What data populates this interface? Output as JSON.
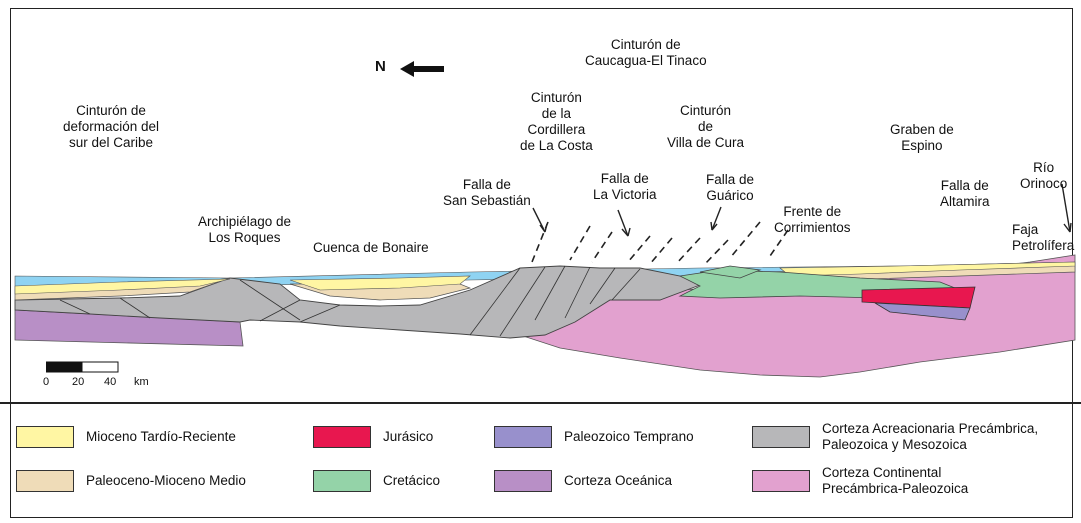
{
  "labels": {
    "caucagua": [
      "Cinturón de",
      "Caucagua-El Tinaco"
    ],
    "caribe": [
      "Cinturón de",
      "deformación del",
      "sur del Caribe"
    ],
    "cordillera": [
      "Cinturón",
      "de la",
      "Cordillera",
      "de La Costa"
    ],
    "villa": [
      "Cinturón",
      "de",
      "Villa de Cura"
    ],
    "graben": [
      "Graben de",
      "Espino"
    ],
    "orinoco": [
      "Río",
      "Orinoco"
    ],
    "sebastian": [
      "Falla de",
      "San Sebastián"
    ],
    "victoria": [
      "Falla de",
      "La Victoria"
    ],
    "guarico": [
      "Falla de",
      "Guárico"
    ],
    "frente": [
      "Frente de",
      "Corrimientos"
    ],
    "altamira": [
      "Falla de",
      "Altamira"
    ],
    "faja": [
      "Faja",
      "Petrolífera"
    ],
    "roques": [
      "Archipiélago de",
      "Los Roques"
    ],
    "bonaire": [
      "Cuenca de Bonaire"
    ]
  },
  "north": "N",
  "scale": {
    "ticks": [
      "0",
      "20",
      "40"
    ],
    "unit": "km"
  },
  "colors": {
    "mioceno_tardio": "#fff6a3",
    "paleoceno": "#efdcb8",
    "jurasico": "#e8174f",
    "cretacico": "#94d3a8",
    "paleozoico_temprano": "#9890cc",
    "corteza_oceanica": "#b88fc6",
    "corteza_acreacionaria": "#b7b7b9",
    "corteza_continental": "#e2a1cf",
    "sea": "#8fd3f2"
  },
  "legend": [
    {
      "text": [
        "Mioceno Tardío-Reciente"
      ],
      "color": "#fff6a3"
    },
    {
      "text": [
        "Paleoceno-Mioceno Medio"
      ],
      "color": "#efdcb8"
    },
    {
      "text": [
        "Jurásico"
      ],
      "color": "#e8174f"
    },
    {
      "text": [
        "Cretácico"
      ],
      "color": "#94d3a8"
    },
    {
      "text": [
        "Paleozoico Temprano"
      ],
      "color": "#9890cc"
    },
    {
      "text": [
        "Corteza Oceánica"
      ],
      "color": "#b88fc6"
    },
    {
      "text": [
        "Corteza Acreacionaria Precámbrica,",
        "Paleozoica y Mesozoica"
      ],
      "color": "#b7b7b9"
    },
    {
      "text": [
        "Corteza Continental",
        "Precámbrica-Paleozoica"
      ],
      "color": "#e2a1cf"
    }
  ]
}
